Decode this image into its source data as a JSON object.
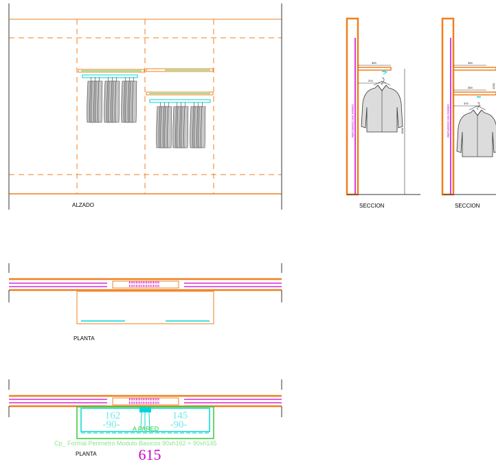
{
  "labels": {
    "alzado": "ALZADO",
    "seccion_1": "SECCION",
    "seccion_2": "SECCION",
    "planta_1": "PLANTA",
    "planta_2": "PLANTA"
  },
  "section_text": {
    "wall_note_1": "REFUERZO EN PARED",
    "wall_note_2": "REFUERZO EN PARED",
    "dim_300_a": "300",
    "dim_370_a": "370",
    "dim_300_b": "300",
    "dim_300_c": "300",
    "dim_370_b": "370",
    "height_a": "1600",
    "height_b": "1250",
    "height_c": "200"
  },
  "plan_text": {
    "left_value": "162",
    "left_sub": "-90-",
    "right_value": "145",
    "right_sub": "-90-",
    "center_note": "A PARED",
    "caption": "Cp_ Formal Perimetro Modulo Basicos 90xh162 + 90xh145",
    "total": "615"
  },
  "colors": {
    "orange": "#f07f1c",
    "magenta": "#cc00cc",
    "cyan": "#00d6d6",
    "green": "#33cc33",
    "dark": "#333333"
  }
}
